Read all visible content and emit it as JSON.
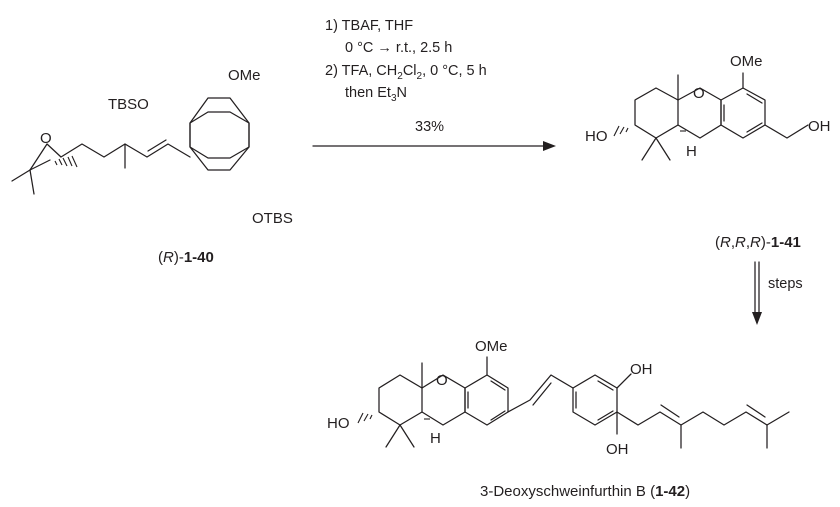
{
  "reaction": {
    "conditions": {
      "step1": "1) TBAF, THF",
      "step1_temp": "0 °C → r.t., 2.5 h",
      "step2_prefix": "2) TFA, CH",
      "step2_sub1": "2",
      "step2_mid": "Cl",
      "step2_sub2": "2",
      "step2_suffix": ", 0 °C, 5 h",
      "step3_prefix": "then Et",
      "step3_sub": "3",
      "step3_suffix": "N",
      "yield": "33%"
    },
    "steps_label": "steps"
  },
  "compounds": {
    "c140": {
      "prefix_open": "(",
      "stereo": "R",
      "prefix_close": ")-",
      "number": "1-40",
      "atoms": {
        "ome": "OMe",
        "tbso": "TBSO",
        "otbs": "OTBS",
        "o_epoxide": "O"
      }
    },
    "c141": {
      "prefix_open": "(",
      "stereo1": "R",
      "sep1": ",",
      "stereo2": "R",
      "sep2": ",",
      "stereo3": "R",
      "prefix_close": ")-",
      "number": "1-41",
      "atoms": {
        "ome": "OMe",
        "o_ring": "O",
        "ho": "HO",
        "oh": "OH",
        "h": "H"
      }
    },
    "c142": {
      "name": "3-Deoxyschweinfurthin B (",
      "number": "1-42",
      "name_close": ")",
      "atoms": {
        "ome": "OMe",
        "o_ring": "O",
        "ho": "HO",
        "oh_top": "OH",
        "oh_bottom": "OH",
        "h": "H"
      }
    }
  }
}
